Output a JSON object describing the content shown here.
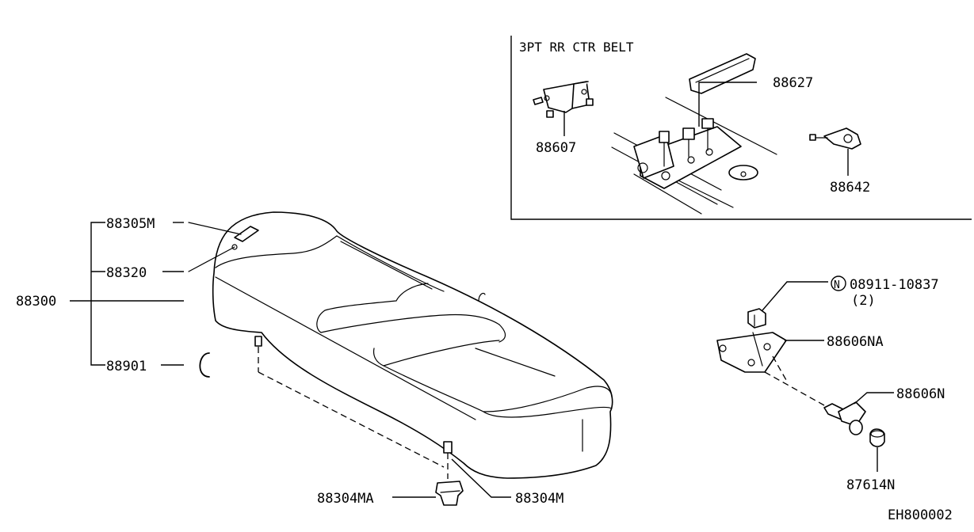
{
  "inset": {
    "title": "3PT RR CTR BELT"
  },
  "labels": {
    "p88627": "88627",
    "p88607": "88607",
    "p88642": "88642",
    "p88305M": "88305M",
    "p88320": "88320",
    "p88300": "88300",
    "p88901": "88901",
    "p88304MA": "88304MA",
    "p88304M": "88304M",
    "nut_symbol": "N",
    "nut_part": "08911-10837",
    "nut_qty": "(2)",
    "p88606NA": "88606NA",
    "p88606N": "88606N",
    "p87614N": "87614N"
  },
  "diagram_id": "EH800002"
}
